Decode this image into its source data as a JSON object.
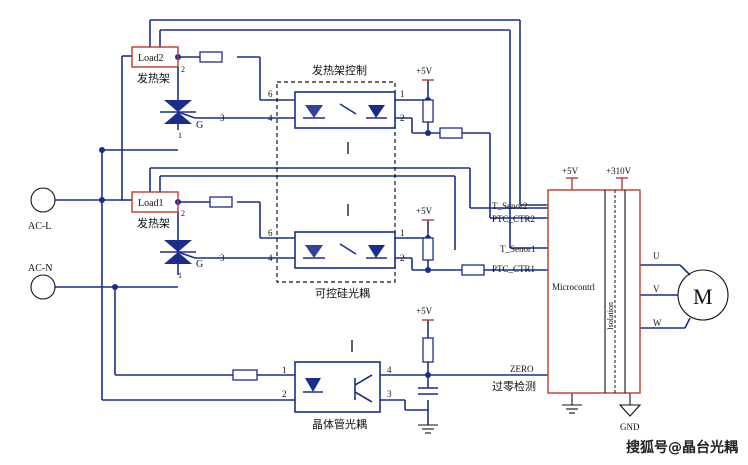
{
  "labels": {
    "load2": "Load2",
    "load1": "Load1",
    "heater2": "发热架",
    "heater1": "发热架",
    "ac_l": "AC-L",
    "ac_n": "AC-N",
    "heater_ctrl": "发热架控制",
    "triac_opto": "可控硅光耦",
    "transistor_opto": "晶体管光耦",
    "p5v_1": "+5V",
    "p5v_2": "+5V",
    "p5v_3": "+5V",
    "p5v_mcu": "+5V",
    "p310v": "+310V",
    "t_senor2": "T_Senor2",
    "ptc_ctr2": "PTC_CTR2",
    "t_senor1": "T_Senor1",
    "ptc_ctr1": "PTC_CTR1",
    "zero": "ZERO",
    "zero_detect": "过零检测",
    "microcontroller": "Microcontrl",
    "isolation": "Isolation",
    "u": "U",
    "v": "V",
    "w": "W",
    "motor": "M",
    "gnd": "GND",
    "g2": "G",
    "g1": "G",
    "pin1_2": "1",
    "pin2_2": "2",
    "pin1_1": "1",
    "pin2_1": "2",
    "p6_top": "6",
    "p4_top": "4",
    "p3_top": "3",
    "p1_top": "1",
    "p2_top": "2",
    "p6_bot": "6",
    "p4_bot": "4",
    "p3_bot": "3",
    "p1_bot": "1",
    "p2_bot": "2",
    "q1": "1",
    "q2": "2",
    "q4": "4",
    "q3": "3"
  },
  "watermark": "搜狐号@晶台光耦",
  "colors": {
    "wire": "#1a2d8f",
    "box": "#c0392b",
    "text": "#111111"
  }
}
